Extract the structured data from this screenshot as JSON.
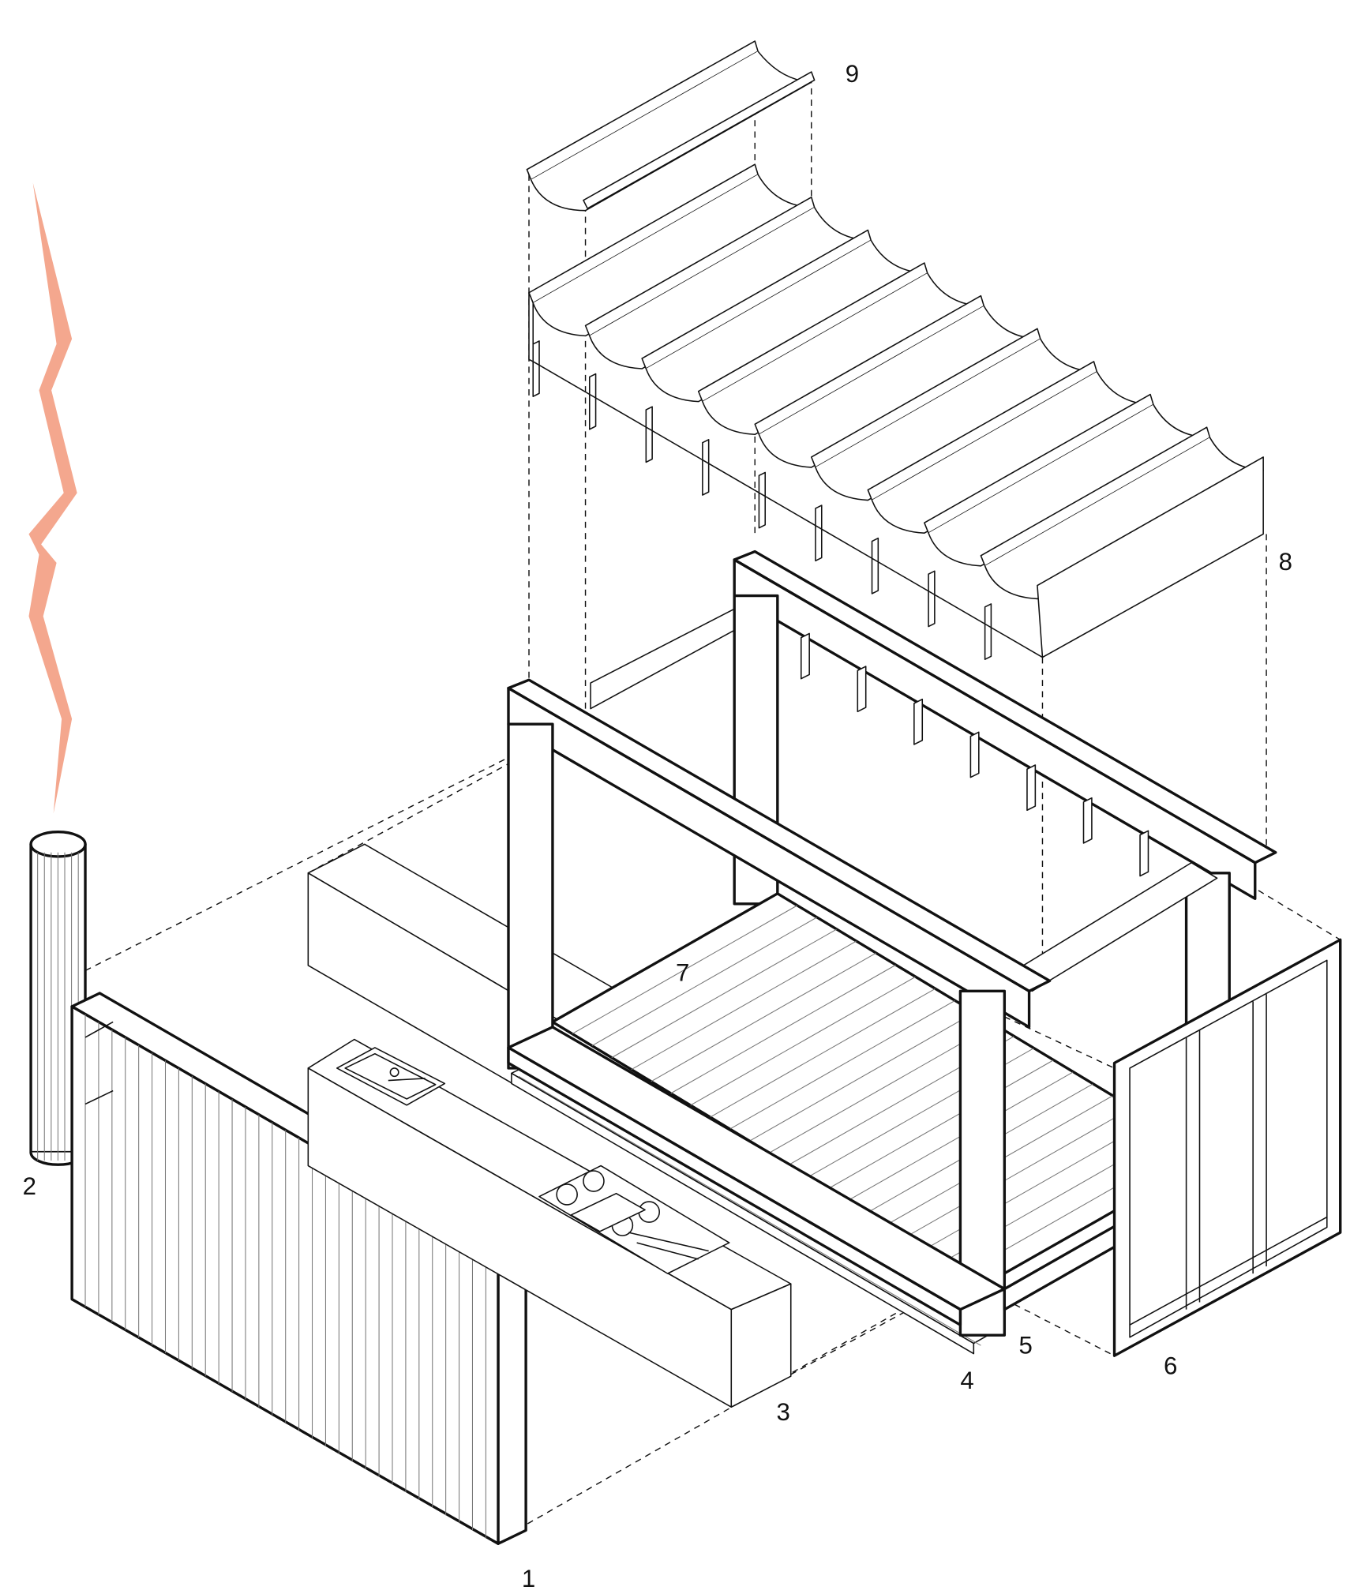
{
  "diagram": {
    "labels": {
      "wall_panel": "1",
      "column": "2",
      "kitchen": "3",
      "rail": "4",
      "frame": "5",
      "side_wall": "6",
      "floor": "7",
      "roof": "8",
      "gutters": "9"
    },
    "colors": {
      "flame": "#f4a78e",
      "line": "#111111"
    }
  }
}
